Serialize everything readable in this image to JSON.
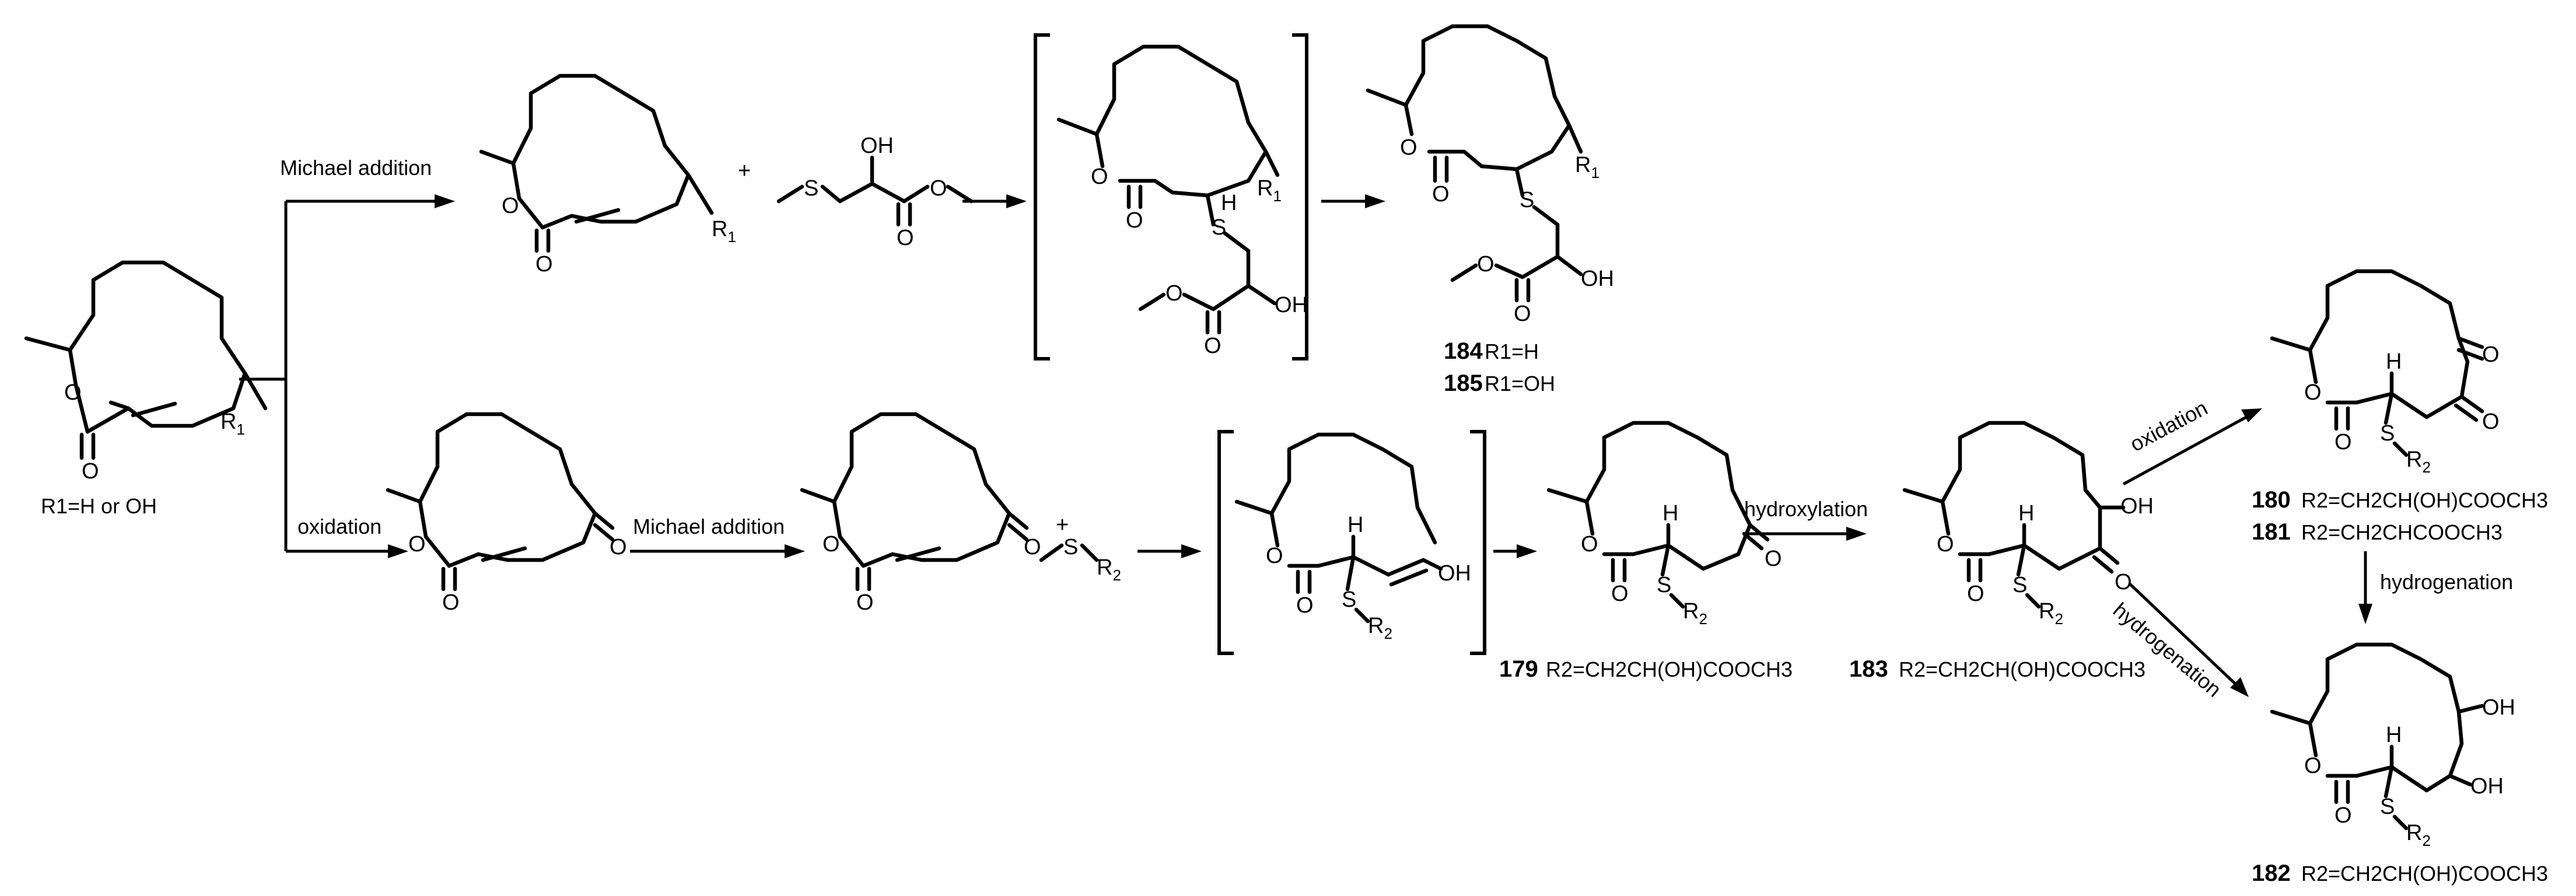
{
  "reagents": {
    "michael_addition_1": "Michael addition",
    "oxidation_1": "oxidation",
    "michael_addition_2": "Michael addition",
    "hydroxylation": "hydroxylation",
    "oxidation_2": "oxidation",
    "hydrogenation_1": "hydrogenation",
    "hydrogenation_2": "hydrogenation"
  },
  "conditions": {
    "start": "R1=H or OH"
  },
  "compounds": {
    "c184": {
      "number": "184",
      "rgroup": "R1=H"
    },
    "c185": {
      "number": "185",
      "rgroup": "R1=OH"
    },
    "c179": {
      "number": "179",
      "rgroup": "R2=CH2CH(OH)COOCH3"
    },
    "c183": {
      "number": "183",
      "rgroup": "R2=CH2CH(OH)COOCH3"
    },
    "c180": {
      "number": "180",
      "rgroup": "R2=CH2CH(OH)COOCH3"
    },
    "c181": {
      "number": "181",
      "rgroup": "R2=CH2CHCOOCH3"
    },
    "c182": {
      "number": "182",
      "rgroup": "R2=CH2CH(OH)COOCH3"
    }
  },
  "atoms": {
    "O": "O",
    "S": "S",
    "H": "H",
    "OH": "OH",
    "R1": "R1",
    "R2": "R2",
    "sub1": "1",
    "sub2": "2",
    "plus": "+"
  }
}
